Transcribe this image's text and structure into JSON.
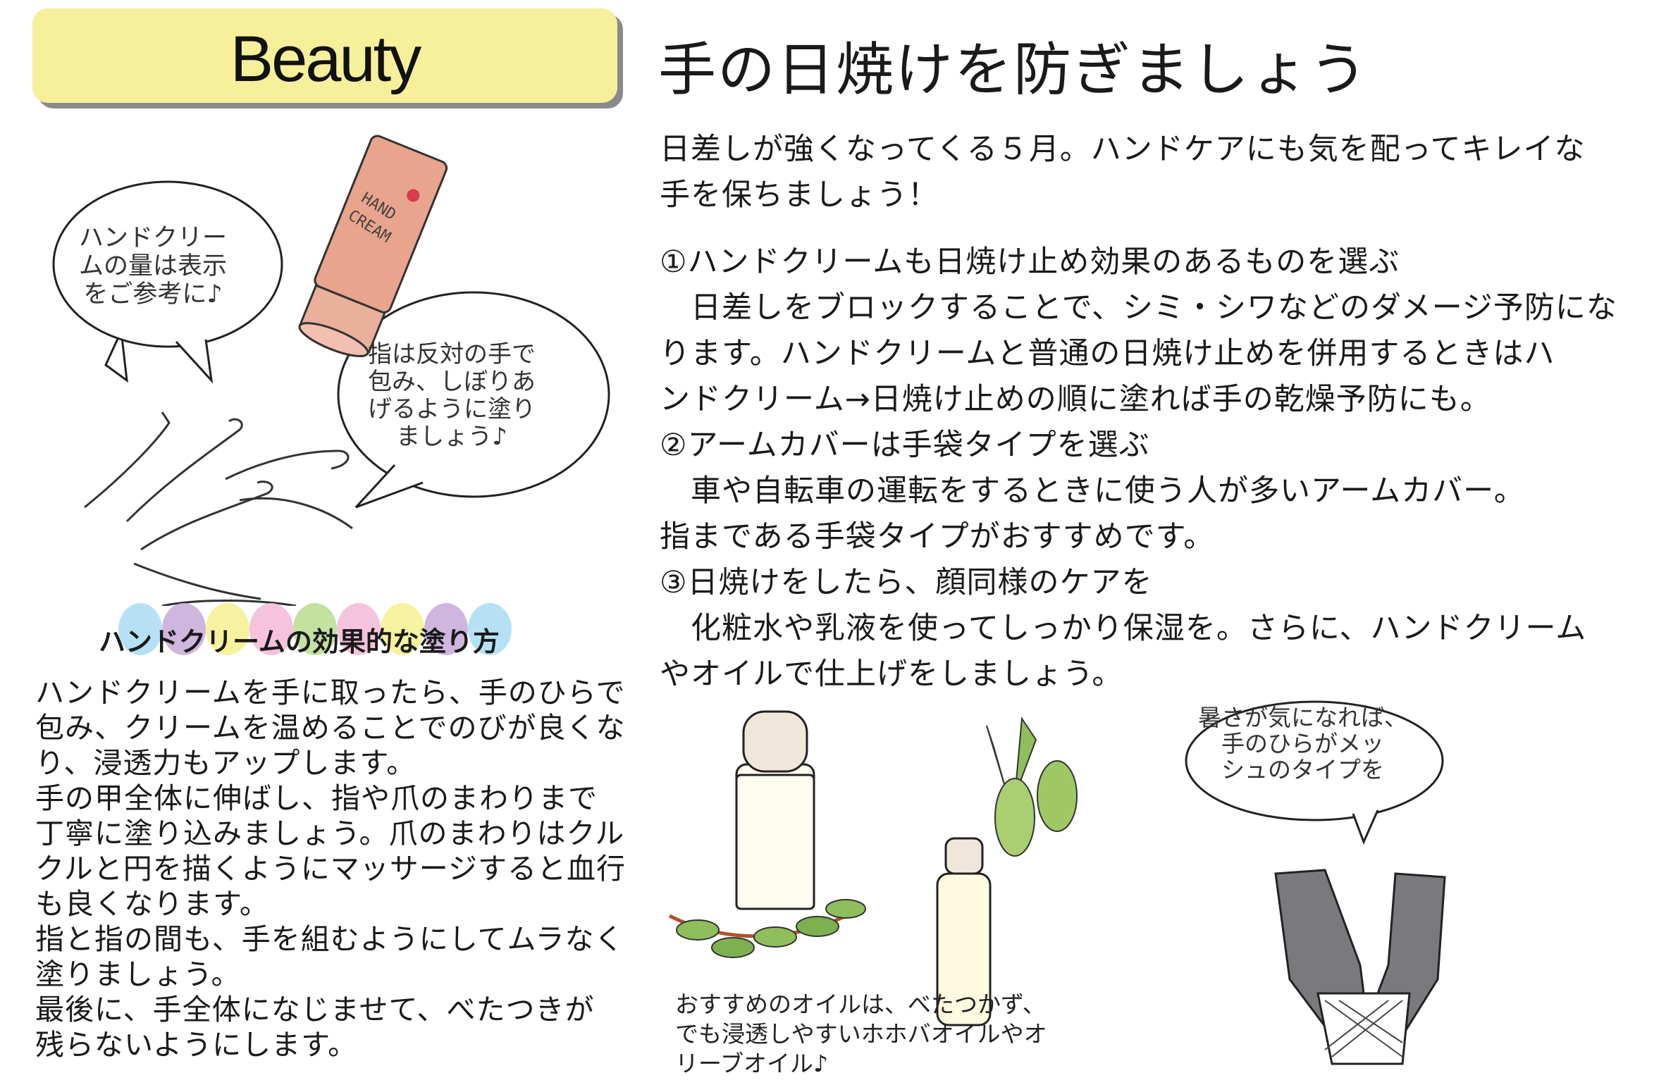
{
  "header": {
    "section_label": "Beauty",
    "title": "手の日焼けを防ぎましょう"
  },
  "intro": [
    "日差しが強くなってくる５月。ハンドケアにも気を配ってキレイな",
    "手を保ちましょう！"
  ],
  "tips": [
    "①ハンドクリームも日焼け止め効果のあるものを選ぶ",
    "　日差しをブロックすることで、シミ・シワなどのダメージ予防にな",
    "ります。ハンドクリームと普通の日焼け止めを併用するときはハ",
    "ンドクリーム→日焼け止めの順に塗れば手の乾燥予防にも。",
    "②アームカバーは手袋タイプを選ぶ",
    "　車や自転車の運転をするときに使う人が多いアームカバー。",
    "指まである手袋タイプがおすすめです。",
    "③日焼けをしたら、顔同様のケアを",
    "　化粧水や乳液を使ってしっかり保湿を。さらに、ハンドクリーム",
    "やオイルで仕上げをしましょう。"
  ],
  "bubbles": {
    "amount": [
      "ハンドクリー",
      "ムの量は表示",
      "をご参考に♪"
    ],
    "fingers": [
      "指は反対の手で",
      "包み、しぼりあ",
      "げるように塗り",
      "ましょう♪"
    ],
    "mesh": [
      "暑さが気になれば、",
      "手のひらがメッ",
      "シュのタイプを"
    ]
  },
  "tube_label": [
    "HAND",
    "CREAM"
  ],
  "method": {
    "heading": "ハンドクリームの効果的な塗り方",
    "lines": [
      "ハンドクリームを手に取ったら、手のひらで",
      "包み、クリームを温めることでのびが良くな",
      "り、浸透力もアップします。",
      "手の甲全体に伸ばし、指や爪のまわりまで",
      "丁寧に塗り込みましょう。爪のまわりはクル",
      "クルと円を描くようにマッサージすると血行",
      "も良くなります。",
      "指と指の間も、手を組むようにしてムラなく",
      "塗りましょう。",
      "最後に、手全体になじませて、べたつきが",
      "残らないようにします。"
    ],
    "dot_colors": [
      "#a9dcf3",
      "#c7a9d8",
      "#f6f08e",
      "#f5b9d6",
      "#b9dc8e",
      "#f5b9d6",
      "#f6f08e",
      "#c7a9d8",
      "#a9dcf3"
    ]
  },
  "oil_caption": [
    "おすすめのオイルは、べたつかず、",
    "でも浸透しやすいホホバオイルやオ",
    "リーブオイル♪"
  ],
  "colors": {
    "banner": "#f6f09a",
    "tube": "#e8a48c",
    "leaf": "#8fbf5a",
    "glove": "#7a7a7e"
  }
}
